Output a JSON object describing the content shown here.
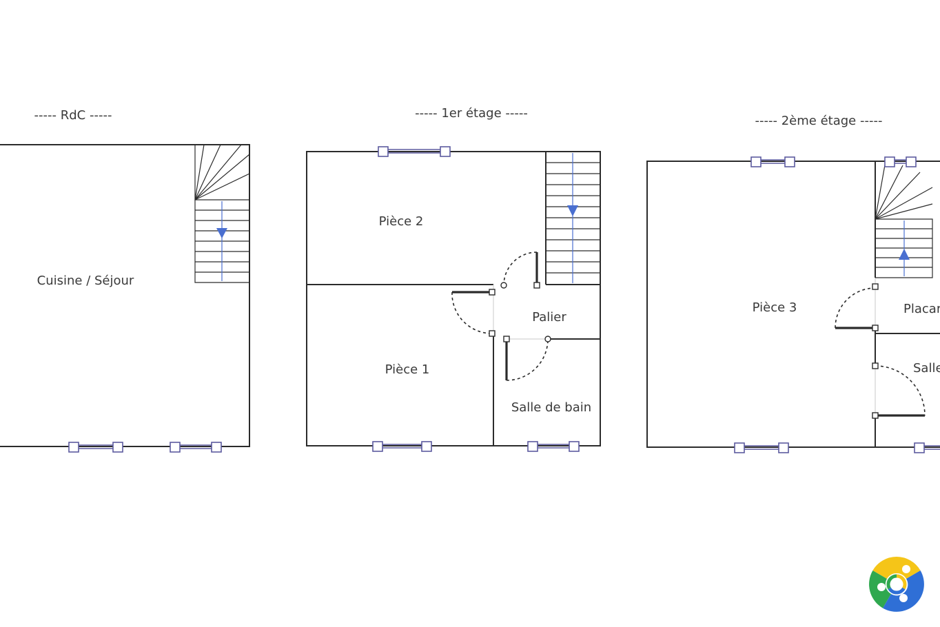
{
  "floors": [
    {
      "title": "----- RdC -----",
      "rooms": [
        "Cuisine / Séjour"
      ]
    },
    {
      "title": "----- 1er étage -----",
      "rooms": [
        "Pièce 2",
        "Pièce 1",
        "Palier",
        "Salle de bain"
      ]
    },
    {
      "title": "----- 2ème étage -----",
      "rooms": [
        "Pièce 3",
        "Placard",
        "Salle"
      ]
    }
  ],
  "colors": {
    "window": "#5b5a9e",
    "stair_arrow": "#4a6fd0",
    "logo": [
      "#f5c518",
      "#2fa84f",
      "#2f6fd6"
    ]
  },
  "icons": [
    "stair-arrow-down-icon",
    "stair-arrow-up-icon",
    "swirl-logo-icon"
  ]
}
